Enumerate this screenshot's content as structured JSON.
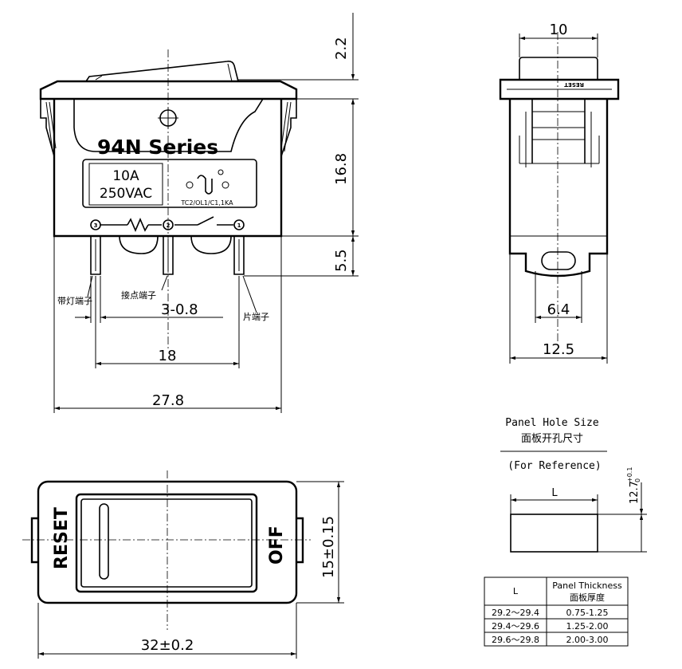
{
  "front_view": {
    "series": "94N Series",
    "rating_current": "10A",
    "rating_voltage": "250VAC",
    "cert_text": "TC2/OL1/C1,1KA",
    "terminal_numbers": [
      "3",
      "2",
      "1"
    ],
    "terminal_labels": [
      "带灯端子",
      "接点端子",
      "片端子"
    ],
    "dims": {
      "top_gap": "2.2",
      "body_height": "16.8",
      "pin_length": "5.5",
      "pin_width": "3-0.8",
      "pin_pitch": "18",
      "overall_width": "27.8"
    }
  },
  "side_view": {
    "reset_text": "RESET",
    "dims": {
      "top": "10",
      "hole": "6.4",
      "bottom": "12.5"
    }
  },
  "bottom_view": {
    "left_text": "RESET",
    "right_text": "OFF",
    "dims": {
      "height": "15±0.15",
      "width": "32±0.2"
    }
  },
  "panel_hole": {
    "title_en": "Panel Hole Size",
    "title_cn": "面板开孔尺寸",
    "note": "(For Reference)",
    "l_label": "L",
    "height_value": "12.7",
    "height_tol_upper": "+0.1",
    "height_tol_lower": "0"
  },
  "table": {
    "header_l": "L",
    "header_thickness_en": "Panel Thickness",
    "header_thickness_cn": "面板厚度",
    "rows": [
      {
        "l": "29.2～29.4",
        "t": "0.75-1.25"
      },
      {
        "l": "29.4～29.6",
        "t": "1.25-2.00"
      },
      {
        "l": "29.6～29.8",
        "t": "2.00-3.00"
      }
    ]
  }
}
